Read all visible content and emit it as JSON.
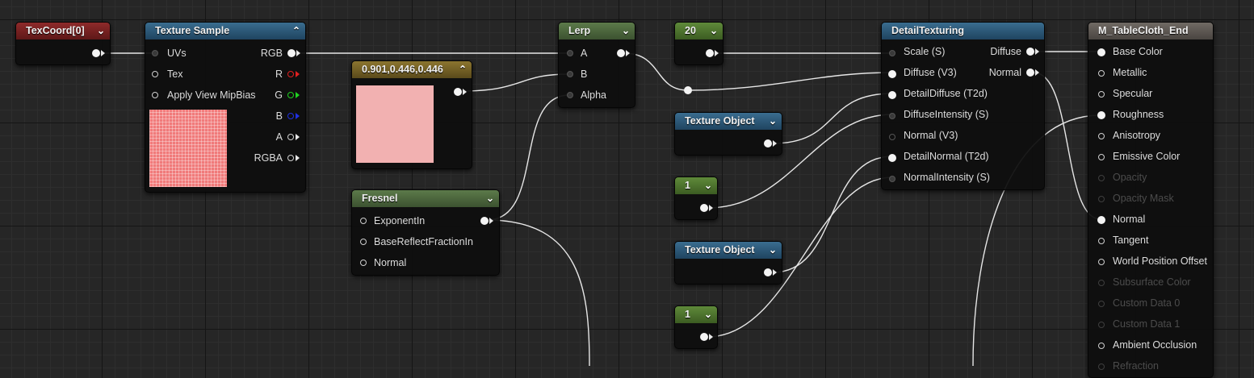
{
  "nodes": {
    "texcoord": {
      "title": "TexCoord[0]"
    },
    "texture_sample": {
      "title": "Texture Sample",
      "inputs": [
        "UVs",
        "Tex",
        "Apply View MipBias"
      ],
      "outputs": [
        "RGB",
        "R",
        "G",
        "B",
        "A",
        "RGBA"
      ],
      "pin_colors": {
        "R": "#e02020",
        "G": "#20d020",
        "B": "#2030e0"
      }
    },
    "constant3": {
      "title": "0.901,0.446,0.446",
      "swatch_color": "#f2b1b1"
    },
    "lerp": {
      "title": "Lerp",
      "inputs": [
        "A",
        "B",
        "Alpha"
      ]
    },
    "fresnel": {
      "title": "Fresnel",
      "inputs": [
        "ExponentIn",
        "BaseReflectFractionIn",
        "Normal"
      ]
    },
    "const_20": {
      "title": "20"
    },
    "texture_object_1": {
      "title": "Texture Object"
    },
    "const_1a": {
      "title": "1"
    },
    "texture_object_2": {
      "title": "Texture Object"
    },
    "const_1b": {
      "title": "1"
    },
    "detail_texturing": {
      "title": "DetailTexturing",
      "inputs": [
        "Scale (S)",
        "Diffuse (V3)",
        "DetailDiffuse (T2d)",
        "DiffuseIntensity (S)",
        "Normal (V3)",
        "DetailNormal (T2d)",
        "NormalIntensity (S)"
      ],
      "outputs": [
        "Diffuse",
        "Normal"
      ]
    },
    "material": {
      "title": "M_TableCloth_End",
      "inputs": [
        "Base Color",
        "Metallic",
        "Specular",
        "Roughness",
        "Anisotropy",
        "Emissive Color",
        "Opacity",
        "Opacity Mask",
        "Normal",
        "Tangent",
        "World Position Offset",
        "Subsurface Color",
        "Custom Data 0",
        "Custom Data 1",
        "Ambient Occlusion",
        "Refraction"
      ]
    }
  },
  "colors": {
    "texcoord_header": "#8e2a2a",
    "texture_header": "#3a6d8f",
    "vector_header": "#8c7530",
    "fresnel_header": "#5c7a4a",
    "scalar_header": "#5f8a3a",
    "material_header": "#706a64",
    "wire": "#e6e6e6"
  }
}
